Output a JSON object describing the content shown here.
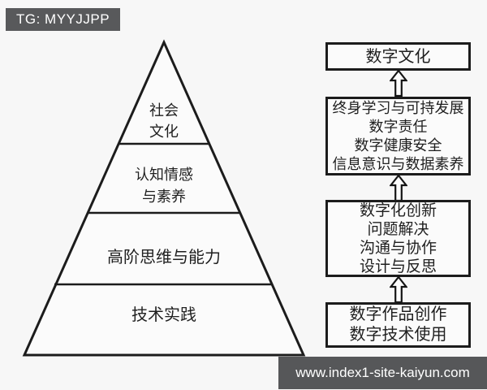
{
  "badge": {
    "label": "TG: MYYJJPP"
  },
  "watermark": {
    "label": "www.index1-site-kaiyun.com"
  },
  "pyramid": {
    "tiers": [
      {
        "name": "society-culture",
        "lines": [
          "社会",
          "文化"
        ]
      },
      {
        "name": "cognition-emotion",
        "lines": [
          "认知情感",
          "与素养"
        ]
      },
      {
        "name": "higher-order-thinking",
        "lines": [
          "高阶思维与能力"
        ]
      },
      {
        "name": "technical-practice",
        "lines": [
          "技术实践"
        ]
      }
    ]
  },
  "flow": {
    "boxes": [
      {
        "name": "digital-culture",
        "lines": [
          "数字文化"
        ]
      },
      {
        "name": "lifelong-learning",
        "lines": [
          "终身学习与可持发展",
          "数字责任",
          "数字健康安全",
          "信息意识与数据素养"
        ]
      },
      {
        "name": "digital-innovation",
        "lines": [
          "数字化创新",
          "问题解决",
          "沟通与协作",
          "设计与反思"
        ]
      },
      {
        "name": "digital-creation",
        "lines": [
          "数字作品创作",
          "数字技术使用"
        ]
      }
    ]
  },
  "colors": {
    "ink": "#1c1c1c",
    "panel": "#58595b",
    "background": "#f7f7f7",
    "text": "#1f1f1f"
  }
}
